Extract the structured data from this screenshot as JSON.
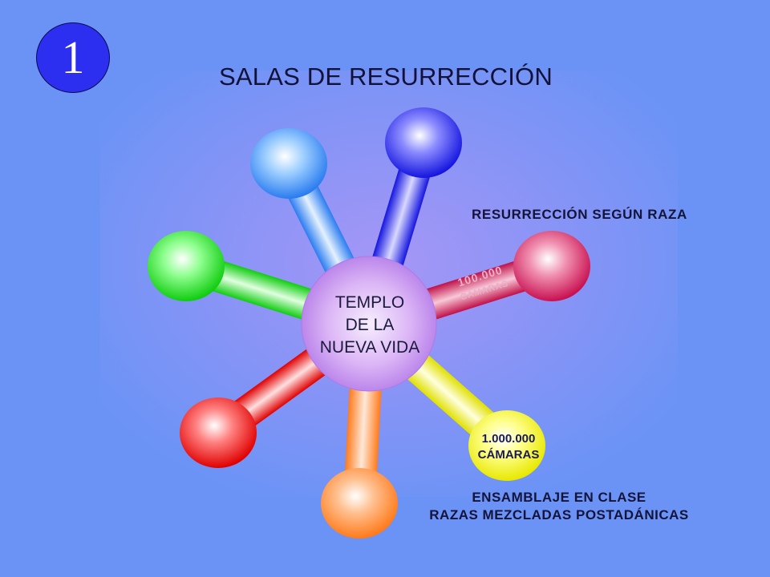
{
  "slide": {
    "number": "1"
  },
  "title": "SALAS DE RESURRECCIÓN",
  "center": {
    "line1": "TEMPLO",
    "line2": "DE LA",
    "line3": "NUEVA VIDA"
  },
  "labels": {
    "raza": "RESURRECCIÓN SEGÚN RAZA",
    "ensamblaje_line1": "ENSAMBLAJE EN CLASE",
    "ensamblaje_line2": "RAZAS MEZCLADAS POSTADÁNICAS"
  },
  "counts": {
    "crimson_number": "100.000",
    "crimson_unit": "CÁMARAS",
    "yellow_number": "1.000.000",
    "yellow_unit": "CÁMARAS"
  },
  "colors": {
    "background": "#6b93f6",
    "center": "#c78cf0",
    "blue": "#2a2af0",
    "light_blue": "#3c8cf5",
    "green": "#1ee11e",
    "red": "#f01010",
    "orange": "#ff8a2a",
    "yellow": "#f5f50a",
    "crimson": "#d81a5a"
  }
}
